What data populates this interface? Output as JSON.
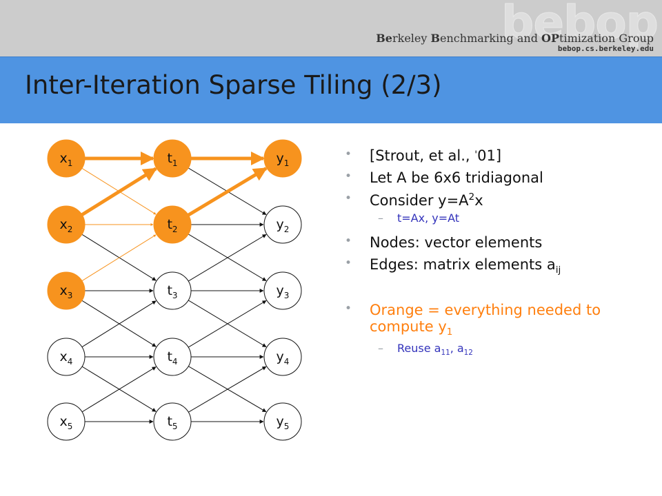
{
  "header": {
    "logo": "bebop",
    "group_name_parts": [
      "Be",
      "rkeley ",
      "B",
      "enchmarking and ",
      "OP",
      "timization Group"
    ],
    "url": "bebop.cs.berkeley.edu"
  },
  "title": "Inter-Iteration Sparse Tiling (2/3)",
  "diagram": {
    "columns": [
      {
        "prefix": "x",
        "nodes": [
          "1",
          "2",
          "3",
          "4",
          "5"
        ]
      },
      {
        "prefix": "t",
        "nodes": [
          "1",
          "2",
          "3",
          "4",
          "5"
        ]
      },
      {
        "prefix": "y",
        "nodes": [
          "1",
          "2",
          "3",
          "4",
          "5"
        ]
      }
    ],
    "highlighted": {
      "x": [
        1,
        2,
        3
      ],
      "t": [
        1,
        2
      ],
      "y": [
        1
      ]
    },
    "colors": {
      "highlight": "#f7931e",
      "edge": "#111111",
      "node_fill": "#ffffff"
    }
  },
  "bullets": {
    "b1": {
      "text": "[Strout, et al., ",
      "tick": "'",
      "text2": "01]"
    },
    "b2": {
      "text": "Let A be 6x6 tridiagonal"
    },
    "b3": {
      "text": "Consider y=A",
      "sup": "2",
      "text2": "x"
    },
    "b3_sub": {
      "text": "t=Ax, y=At"
    },
    "b4": {
      "text": "Nodes: vector elements"
    },
    "b5": {
      "text": "Edges: matrix elements a",
      "sub": "ij"
    },
    "b6": {
      "text": "Orange = everything needed to compute y",
      "sub": "1"
    },
    "b6_sub": {
      "text": "Reuse a",
      "sub1": "11",
      "sep": ", a",
      "sub2": "12"
    },
    "bullet_glyph": "•",
    "dash_glyph": "–"
  }
}
